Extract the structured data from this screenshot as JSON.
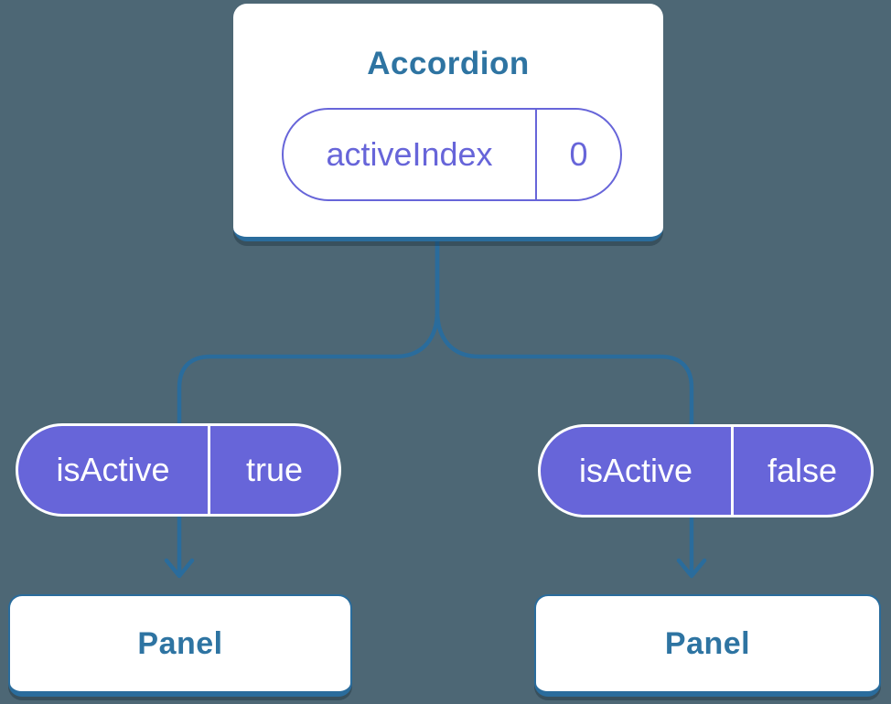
{
  "diagram": {
    "root": {
      "title": "Accordion",
      "state": {
        "label": "activeIndex",
        "value": "0"
      }
    },
    "children": [
      {
        "prop": {
          "label": "isActive",
          "value": "true"
        },
        "panel": "Panel"
      },
      {
        "prop": {
          "label": "isActive",
          "value": "false"
        },
        "panel": "Panel"
      }
    ]
  },
  "colors": {
    "background": "#4d6775",
    "connector": "#2a6c9c",
    "heading": "#2e74a2",
    "purple": "#6765d9",
    "pill_text": "#ffffff",
    "card_bg": "#ffffff",
    "card_shadow": "rgba(10,28,40,0.3)"
  }
}
